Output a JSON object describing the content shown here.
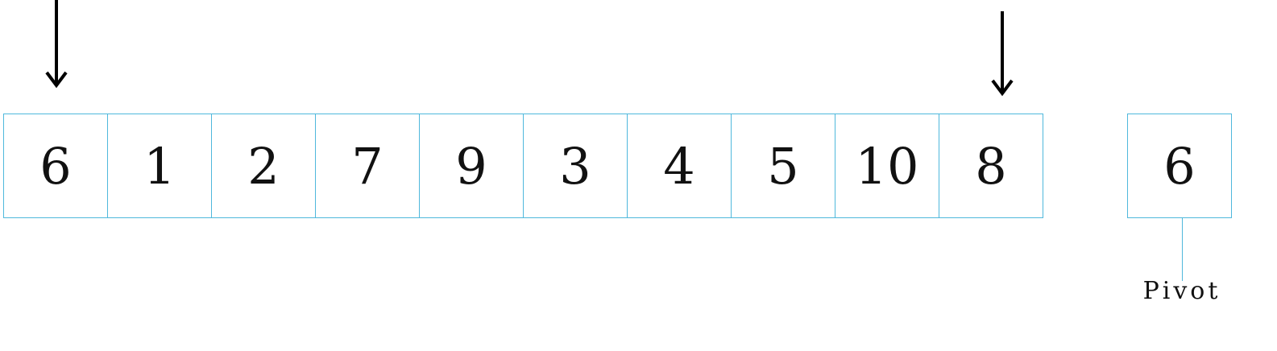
{
  "array": {
    "values": [
      "6",
      "1",
      "2",
      "7",
      "9",
      "3",
      "4",
      "5",
      "10",
      "8"
    ],
    "cell_color": "#4fb8dc"
  },
  "pivot": {
    "value": "6",
    "label": "Pivot"
  },
  "pointers": {
    "left_index": 0,
    "right_index": 9,
    "icon": "down-arrow-icon"
  }
}
